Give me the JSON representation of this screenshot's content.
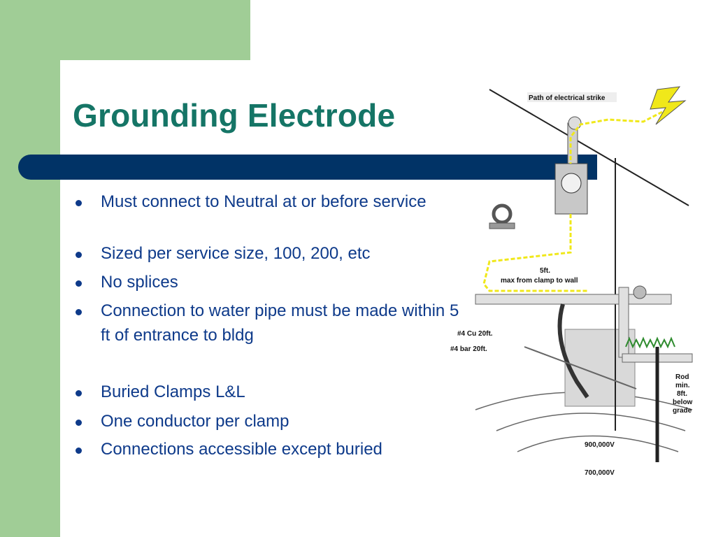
{
  "slide": {
    "title": "Grounding Electrode",
    "bullets": [
      "Must connect to Neutral at or before service",
      "Sized per service size, 100, 200, etc",
      "No splices",
      "Connection to water pipe must be made within 5 ft of entrance to bldg",
      "Buried Clamps L&L",
      "One conductor per clamp",
      "Connections accessible except buried"
    ]
  },
  "diagram": {
    "labels": {
      "strike": "Path of electrical strike",
      "five_ft": "5ft.",
      "max_clamp": "max from clamp to wall",
      "cu": "#4 Cu 20ft.",
      "bar": "#4 bar 20ft.",
      "rod_1": "Rod",
      "rod_2": "min.",
      "rod_3": "8ft.",
      "rod_4": "below",
      "rod_5": "grade",
      "v900": "900,000V",
      "v700": "700,000V"
    }
  },
  "colors": {
    "green_accent": "#a0cd96",
    "title": "#157566",
    "bar": "#013366",
    "bullet_text": "#0e3a8a",
    "strike": "#f0e81a"
  }
}
